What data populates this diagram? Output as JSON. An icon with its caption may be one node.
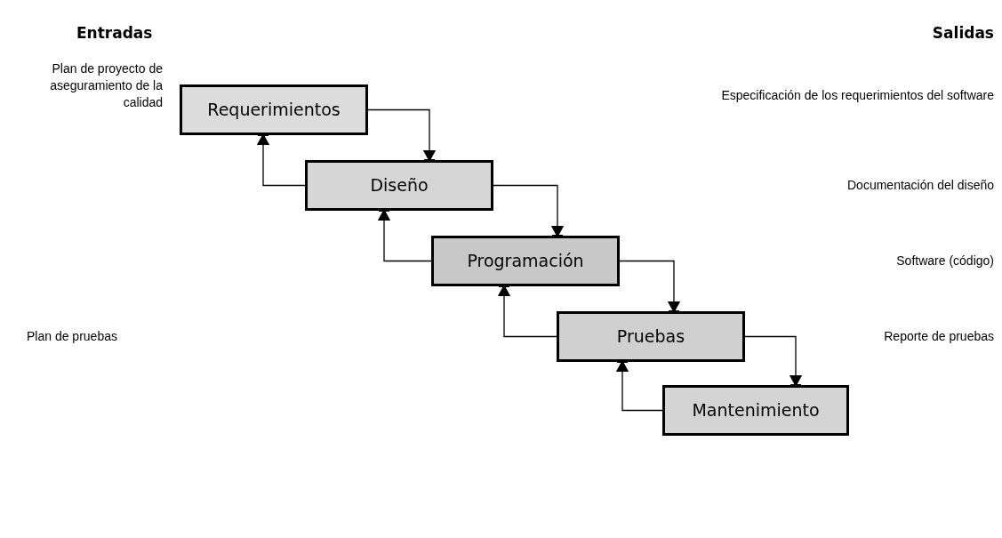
{
  "diagram": {
    "nodes": [
      {
        "text": [
          "Requerimientos"
        ]
      },
      {
        "text": [
          "Diseño"
        ]
      },
      {
        "text": [
          "Programación"
        ]
      },
      {
        "text": [
          "Pruebas"
        ]
      },
      {
        "text": [
          "Mantenimiento"
        ]
      }
    ],
    "edges": [
      {
        "from": 0,
        "to": 1,
        "arrow": "to"
      },
      {
        "from": 1,
        "to": 0,
        "arrow": "to"
      },
      {
        "from": 1,
        "to": 2,
        "arrow": "to"
      },
      {
        "from": 2,
        "to": 1,
        "arrow": "to"
      },
      {
        "from": 2,
        "to": 3,
        "arrow": "to"
      },
      {
        "from": 3,
        "to": 2,
        "arrow": "to"
      },
      {
        "from": 3,
        "to": 4,
        "arrow": "to"
      },
      {
        "from": 4,
        "to": 3,
        "arrow": "to"
      }
    ],
    "labels": [
      "Entradas",
      "Salidas",
      "Plan de proyecto de aseguramiento de la calidad",
      "Especificación de los requerimientos del software",
      "Documentación del diseño",
      "Software (código)",
      "Plan de pruebas",
      "Reporte de pruebas"
    ]
  }
}
